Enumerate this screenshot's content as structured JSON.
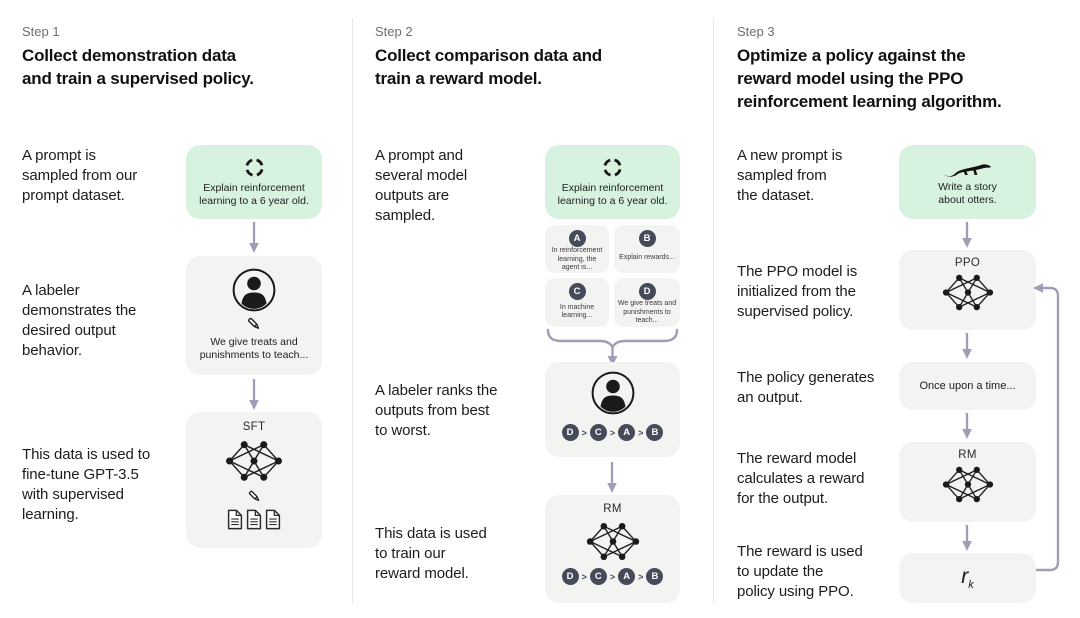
{
  "step1": {
    "label": "Step 1",
    "title": "Collect demonstration data\nand train a supervised policy.",
    "note_prompt": "A prompt is\nsampled from our\nprompt dataset.",
    "note_labeler": "A labeler\ndemonstrates the\ndesired output\nbehavior.",
    "note_data": "This data is used to\nfine-tune GPT-3.5\nwith supervised\nlearning.",
    "prompt_card_text": "Explain reinforcement\nlearning to a 6 year old.",
    "labeler_card_text": "We give treats and\npunishments to teach...",
    "model_label": "SFT"
  },
  "step2": {
    "label": "Step 2",
    "title": "Collect comparison data and\ntrain a reward model.",
    "note_prompt": "A prompt and\nseveral model\noutputs are\nsampled.",
    "note_labeler": "A labeler ranks the\noutputs from best\nto worst.",
    "note_data": "This data is used\nto train our\nreward model.",
    "prompt_card_text": "Explain reinforcement\nlearning to a 6 year old.",
    "outputs": [
      {
        "letter": "A",
        "text": "In reinforcement\nlearning, the\nagent is..."
      },
      {
        "letter": "B",
        "text": "Explain rewards..."
      },
      {
        "letter": "C",
        "text": "In machine\nlearning..."
      },
      {
        "letter": "D",
        "text": "We give treats and\npunishments to\nteach..."
      }
    ],
    "ranking": [
      "D",
      "C",
      "A",
      "B"
    ],
    "rank_sep": ">",
    "model_label": "RM"
  },
  "step3": {
    "label": "Step 3",
    "title": "Optimize a policy against the\nreward model using the PPO\nreinforcement learning algorithm.",
    "note_prompt": "A new prompt is\nsampled from\nthe dataset.",
    "note_ppo": "The PPO model is\ninitialized from the\nsupervised policy.",
    "note_output": "The policy generates\nan output.",
    "note_rm": "The reward model\ncalculates a reward\nfor the output.",
    "note_reward": "The reward is used\nto update the\npolicy using PPO.",
    "prompt_card_text": "Write a story\nabout otters.",
    "ppo_label": "PPO",
    "output_card_text": "Once upon a time...",
    "rm_label": "RM",
    "reward_var": "r",
    "reward_sub": "k"
  },
  "colors": {
    "prompt_green": "#d7f2df",
    "card_gray": "#f3f3f1",
    "badge_slate": "#454b59",
    "arrow_gray": "#9e9fb6"
  }
}
